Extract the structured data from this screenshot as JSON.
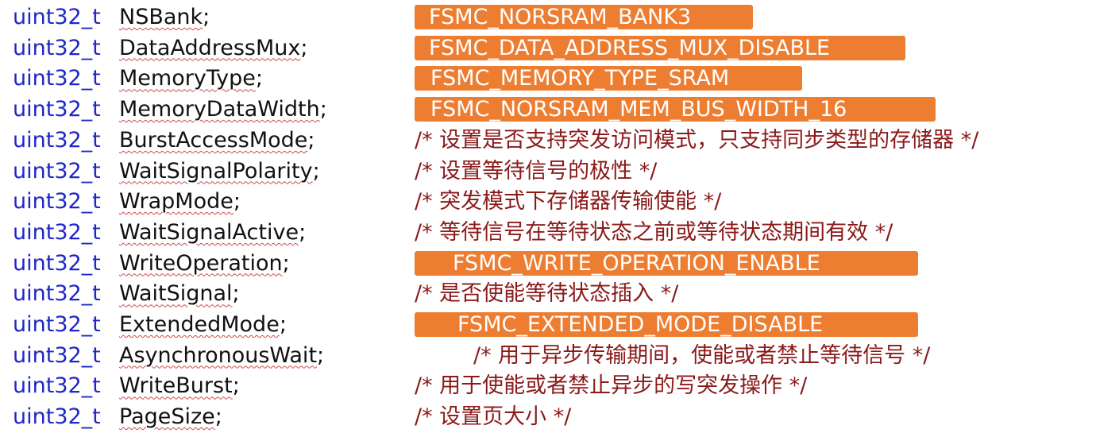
{
  "type_name": "uint32_t",
  "fields": [
    {
      "name": "NSBank",
      "comment": "",
      "value": "FSMC_NORSRAM_BANK3"
    },
    {
      "name": "DataAddressMux",
      "comment": "",
      "value": "FSMC_DATA_ADDRESS_MUX_DISABLE"
    },
    {
      "name": "MemoryType",
      "comment": "",
      "value": "FSMC_MEMORY_TYPE_SRAM"
    },
    {
      "name": "MemoryDataWidth",
      "comment": "",
      "value": "FSMC_NORSRAM_MEM_BUS_WIDTH_16"
    },
    {
      "name": "BurstAccessMode",
      "comment": "/* 设置是否支持突发访问模式，只支持同步类型的存储器 */",
      "value": ""
    },
    {
      "name": "WaitSignalPolarity",
      "comment": "/* 设置等待信号的极性 */",
      "value": ""
    },
    {
      "name": "WrapMode",
      "comment": "/* 突发模式下存储器传输使能 */",
      "value": ""
    },
    {
      "name": "WaitSignalActive",
      "comment": "/* 等待信号在等待状态之前或等待状态期间有效 */",
      "value": ""
    },
    {
      "name": "WriteOperation",
      "comment": "",
      "value": "FSMC_WRITE_OPERATION_ENABLE"
    },
    {
      "name": "WaitSignal",
      "comment": "/* 是否使能等待状态插入 */",
      "value": ""
    },
    {
      "name": "ExtendedMode",
      "comment": "",
      "value": "FSMC_EXTENDED_MODE_DISABLE"
    },
    {
      "name": "AsynchronousWait",
      "comment": "/* 用于异步传输期间，使能或者禁止等待信号 */",
      "value": ""
    },
    {
      "name": "WriteBurst",
      "comment": "/* 用于使能或者禁止异步的写突发操作 */",
      "value": ""
    },
    {
      "name": "PageSize",
      "comment": "/* 设置页大小 */",
      "value": ""
    }
  ]
}
